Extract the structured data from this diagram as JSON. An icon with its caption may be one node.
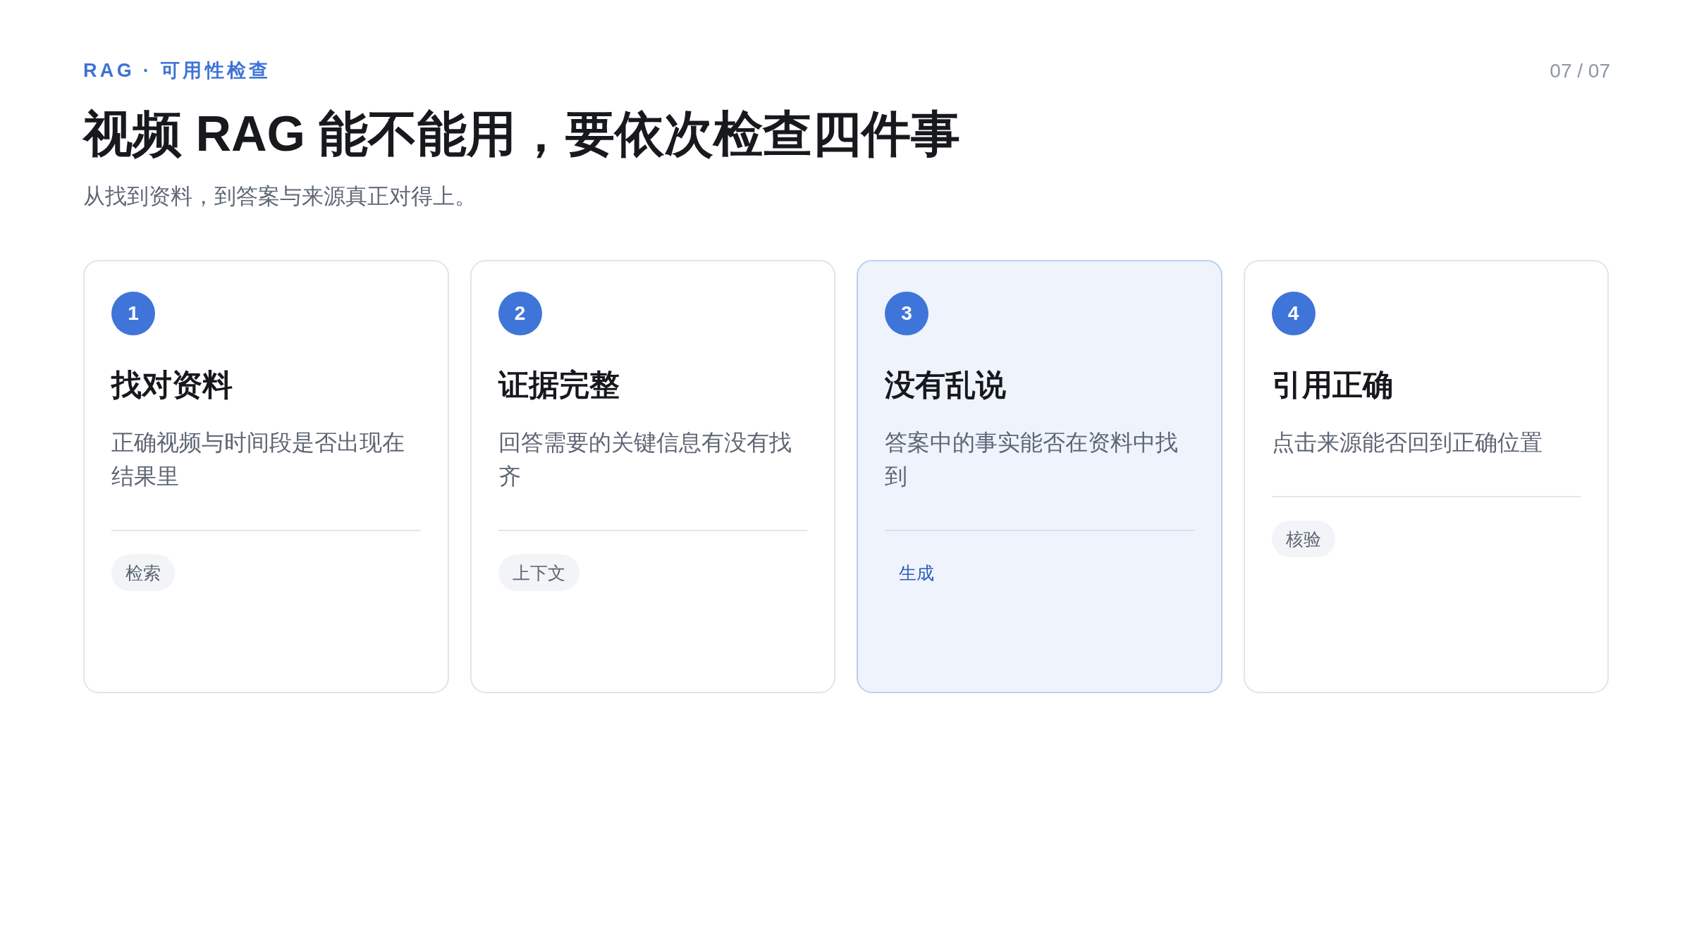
{
  "diagram": {
    "title": "视频 RAG 能不能用，要依次检查四件事",
    "nodes": [
      {
        "text": [
          "找对资料",
          "正确视频与时间段是否出现在结果里"
        ]
      },
      {
        "text": [
          "1"
        ],
        "in": 0
      },
      {
        "text": [
          "检索"
        ],
        "in": 0
      },
      {
        "text": [
          "证据完整",
          "回答需要的关键信息有没有找齐"
        ]
      },
      {
        "text": [
          "2"
        ],
        "in": 3
      },
      {
        "text": [
          "上下文"
        ],
        "in": 3
      },
      {
        "text": [
          "没有乱说",
          "答案中的事实能否在资料中找到"
        ]
      },
      {
        "text": [
          "3"
        ],
        "in": 6
      },
      {
        "text": [
          "生成"
        ],
        "in": 6
      },
      {
        "text": [
          "引用正确",
          "点击来源能否回到正确位置"
        ]
      },
      {
        "text": [
          "4"
        ],
        "in": 9
      },
      {
        "text": [
          "核验"
        ],
        "in": 9
      }
    ],
    "labels": [
      "RAG · 可用性检查",
      "07 / 07",
      "从找到资料，到答案与来源真正对得上。"
    ]
  }
}
